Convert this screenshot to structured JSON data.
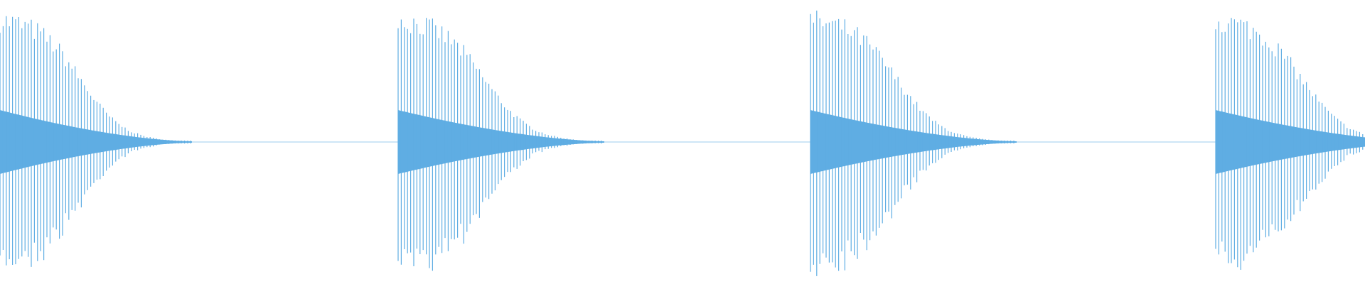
{
  "waveform": {
    "color": "#5fade3",
    "background": "#ffffff",
    "pulses": [
      {
        "id": "pulse-1",
        "start_sec": 0.0,
        "decay_sec": 0.27
      },
      {
        "id": "pulse-2",
        "start_sec": 0.56,
        "decay_sec": 0.29
      },
      {
        "id": "pulse-3",
        "start_sec": 1.14,
        "decay_sec": 0.29
      },
      {
        "id": "pulse-4",
        "start_sec": 1.71,
        "decay_sec": 0.29
      }
    ]
  }
}
